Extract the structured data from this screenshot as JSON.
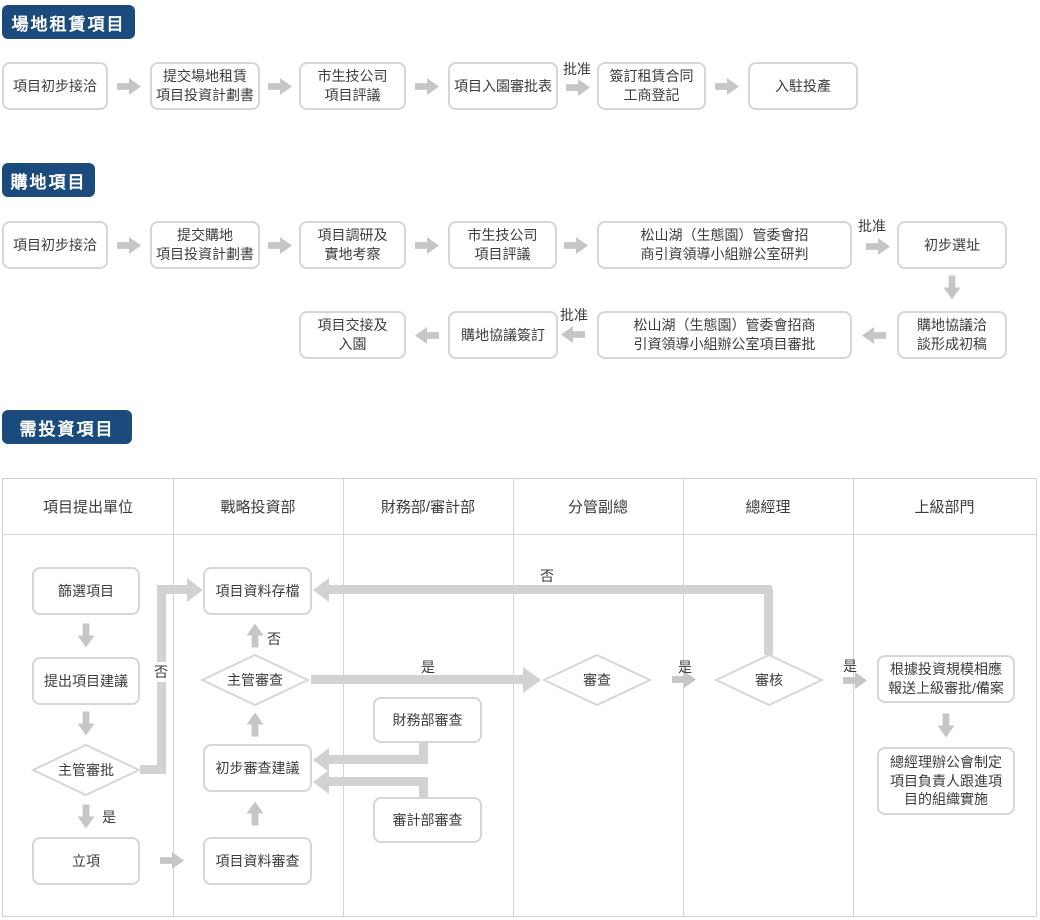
{
  "palette": {
    "badge_bg": "#1b4b7c",
    "badge_text": "#ffffff",
    "box_border": "#d6d6d6",
    "arrow": "#c6c6c6",
    "connector": "#d2d2d2",
    "text": "#3c3c3c",
    "table_border": "#d0d0d0"
  },
  "rental": {
    "badge": "場地租賃項目",
    "approve": "批准",
    "steps": [
      "項目初步接洽",
      "提交場地租賃\n項目投資計劃書",
      "市生技公司\n項目評議",
      "項目入園審批表",
      "簽訂租賃合同\n工商登記",
      "入駐投產"
    ]
  },
  "purchase": {
    "badge": "購地項目",
    "approve": "批准",
    "row1": [
      "項目初步接洽",
      "提交購地\n項目投資計劃書",
      "項目調研及\n實地考察",
      "市生技公司\n項目評議",
      "松山湖（生態園）管委會招\n商引資領導小組辦公室研判",
      "初步選址"
    ],
    "row2": [
      "購地協議洽\n談形成初稿",
      "松山湖（生態園）管委會招商\n引資領導小組辦公室項目審批",
      "購地協議簽訂",
      "項目交接及\n入園"
    ]
  },
  "investment": {
    "badge": "需投資項目",
    "lanes": [
      "項目提出單位",
      "戰略投資部",
      "財務部/審計部",
      "分管副總",
      "總經理",
      "上級部門"
    ],
    "nodes": {
      "screen": "篩選項目",
      "propose": "提出項目建議",
      "supervisor_approval": "主管審批",
      "establish": "立項",
      "archive": "項目資料存檔",
      "supervisor_review": "主管審查",
      "preliminary_advice": "初步審查建議",
      "material_review": "項目資料審查",
      "finance_review": "財務部審查",
      "audit_review": "審計部審查",
      "review": "審查",
      "verify": "審核",
      "report": "根據投資規模相應\n報送上級審批/備案",
      "implement": "總經理辦公會制定\n項目負責人跟進項\n目的組織實施"
    },
    "yes": "是",
    "no": "否"
  }
}
